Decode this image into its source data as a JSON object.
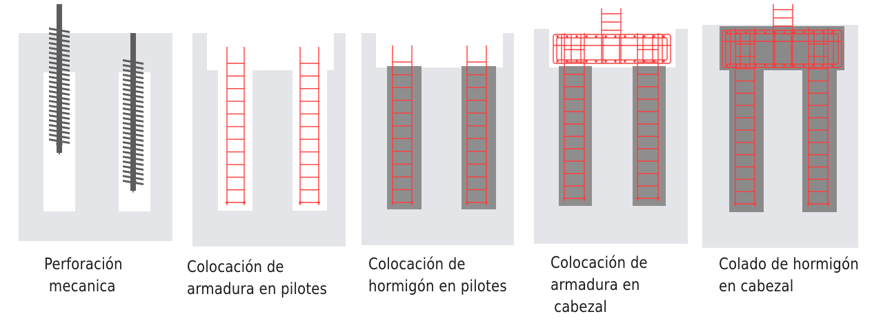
{
  "colors": {
    "soil": "#e3e5e8",
    "excavation": "#ffffff",
    "concrete": "#8e8e8e",
    "cap_concrete": "#8a8a8a",
    "rebar": "#ff3b3b",
    "auger": "#5c5c5c"
  },
  "steps": [
    {
      "id": "perforacion",
      "caption_lines": [
        "Perforación",
        "mecanica"
      ]
    },
    {
      "id": "armadura-pilotes",
      "caption_lines": [
        "Colocación de",
        "armadura en pilotes"
      ]
    },
    {
      "id": "hormigon-pilotes",
      "caption_lines": [
        "Colocación de",
        "hormigón en pilotes"
      ]
    },
    {
      "id": "armadura-cabezal",
      "caption_lines": [
        "Colocación de",
        "armadura en",
        "cabezal"
      ]
    },
    {
      "id": "colado-cabezal",
      "caption_lines": [
        "Colado de hormigón",
        "en cabezal"
      ]
    }
  ]
}
